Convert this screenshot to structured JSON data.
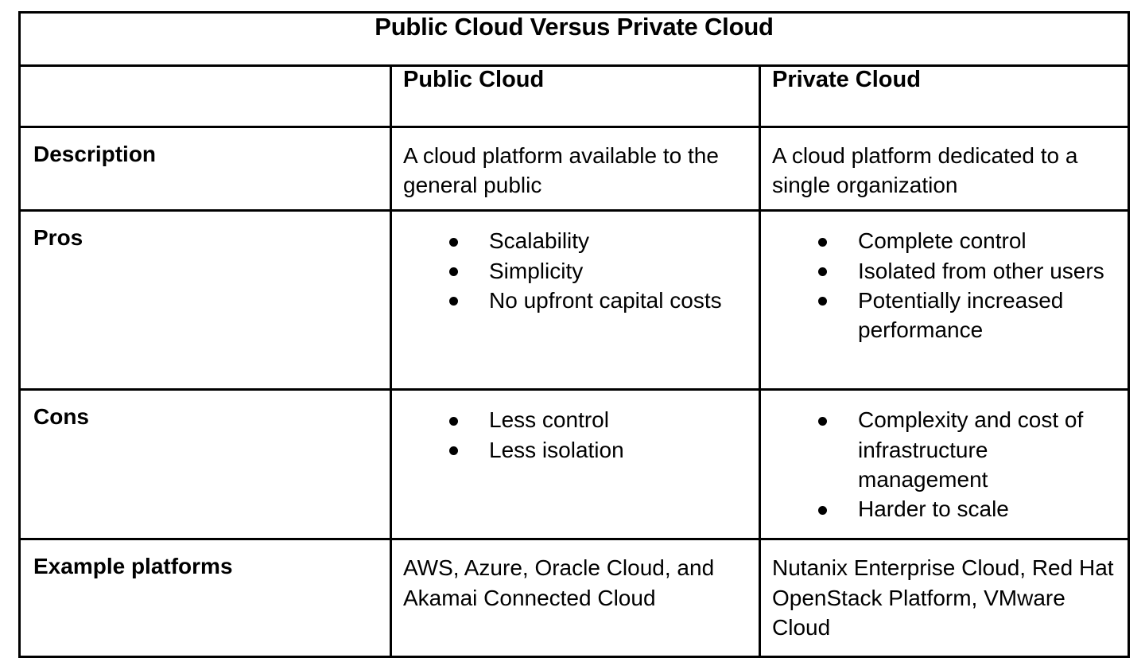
{
  "table": {
    "title": "Public Cloud Versus Private Cloud",
    "colors": {
      "header_fill": "#cccccc",
      "body_fill": "#ffffff",
      "border": "#000000",
      "text": "#000000"
    },
    "column_headers": {
      "blank": "",
      "public": "Public Cloud",
      "private": "Private Cloud"
    },
    "rows": [
      {
        "label": "Description",
        "public": {
          "type": "text",
          "text": "A cloud platform available to the general public"
        },
        "private": {
          "type": "text",
          "text": "A cloud platform dedicated to a single organization"
        }
      },
      {
        "label": "Pros",
        "public": {
          "type": "list",
          "items": [
            "Scalability",
            "Simplicity",
            "No upfront capital costs"
          ]
        },
        "private": {
          "type": "list",
          "items": [
            "Complete control",
            "Isolated from other users",
            "Potentially increased performance"
          ]
        }
      },
      {
        "label": "Cons",
        "public": {
          "type": "list",
          "items": [
            "Less control",
            "Less isolation"
          ]
        },
        "private": {
          "type": "list",
          "items": [
            "Complexity and cost of infrastructure management",
            "Harder to scale"
          ]
        }
      },
      {
        "label": "Example platforms",
        "public": {
          "type": "text",
          "text": "AWS, Azure, Oracle Cloud, and Akamai Connected Cloud"
        },
        "private": {
          "type": "text",
          "text": "Nutanix Enterprise Cloud, Red Hat OpenStack Platform, VMware Cloud"
        }
      }
    ]
  }
}
